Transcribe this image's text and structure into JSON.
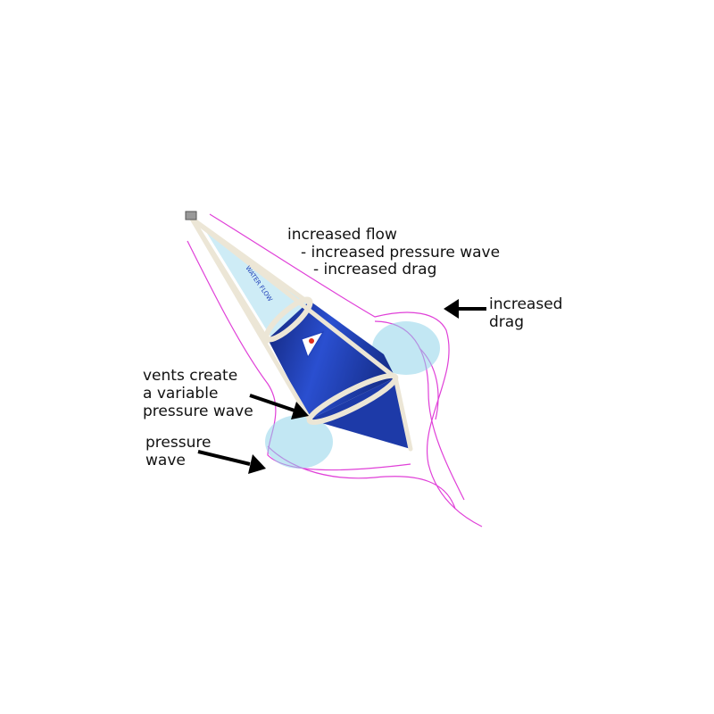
{
  "labels": {
    "flow_line1": "increased flow",
    "flow_line2": "- increased pressure wave",
    "flow_line3": "- increased drag",
    "drag_line1": "increased",
    "drag_line2": "drag",
    "vents_line1": "vents create",
    "vents_line2": "a variable",
    "vents_line3": "pressure wave",
    "wave_line1": "pressure",
    "wave_line2": "wave"
  },
  "drogue": {
    "cone_text": "WATER FLOW"
  },
  "colors": {
    "body": "#1f3fb8",
    "body_dark": "#12257a",
    "strap": "#ece6d6",
    "flow_lines": "#e040d8",
    "water": "#8fd3ea",
    "arrows": "#000000"
  }
}
